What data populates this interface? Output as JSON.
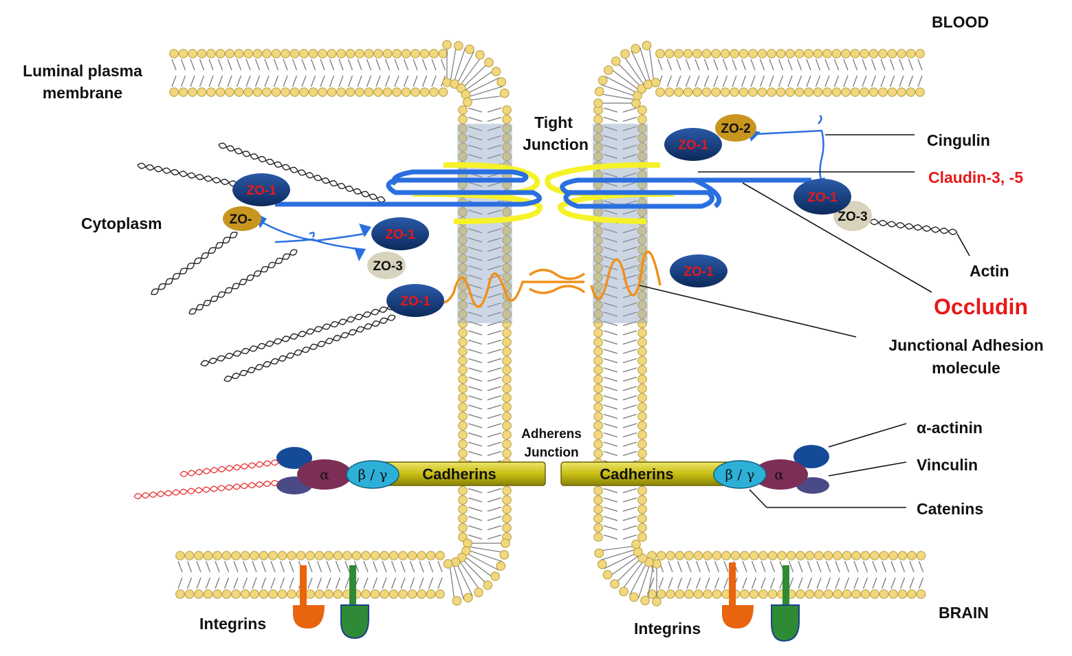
{
  "labels": {
    "blood": "BLOOD",
    "brain": "BRAIN",
    "luminal_line1": "Luminal plasma",
    "luminal_line2": "membrane",
    "cytoplasm": "Cytoplasm",
    "tight_line1": "Tight",
    "tight_line2": "Junction",
    "adherens_line1": "Adherens",
    "adherens_line2": "Junction",
    "cingulin": "Cingulin",
    "claudin": "Claudin-3, -5",
    "actin": "Actin",
    "occludin": "Occludin",
    "jam_line1": "Junctional Adhesion",
    "jam_line2": "molecule",
    "alpha_actinin": "α-actinin",
    "vinculin": "Vinculin",
    "catenins": "Catenins",
    "integrins": "Integrins"
  },
  "proteins": {
    "zo1": "ZO-1",
    "zo2": "ZO-2",
    "zo3": "ZO-3",
    "zo2_partial": "ZO-",
    "cadherins": "Cadherins",
    "alpha": "α",
    "beta_gamma": "β / γ"
  },
  "colors": {
    "lipid_head": "#f1d77d",
    "zo1": "#153a7a",
    "zo2": "#c8951e",
    "zo3": "#d8d3bc",
    "claudin": "#2a6fe0",
    "occludin": "#f5f22a",
    "jam": "#f0901a",
    "cadherin": "#c9bf12",
    "catenin_beta": "#2db0d8",
    "catenin_alpha": "#7d2e56",
    "integrin_orange": "#e8640e",
    "integrin_green": "#2f8a36",
    "label_red": "#e81818"
  }
}
